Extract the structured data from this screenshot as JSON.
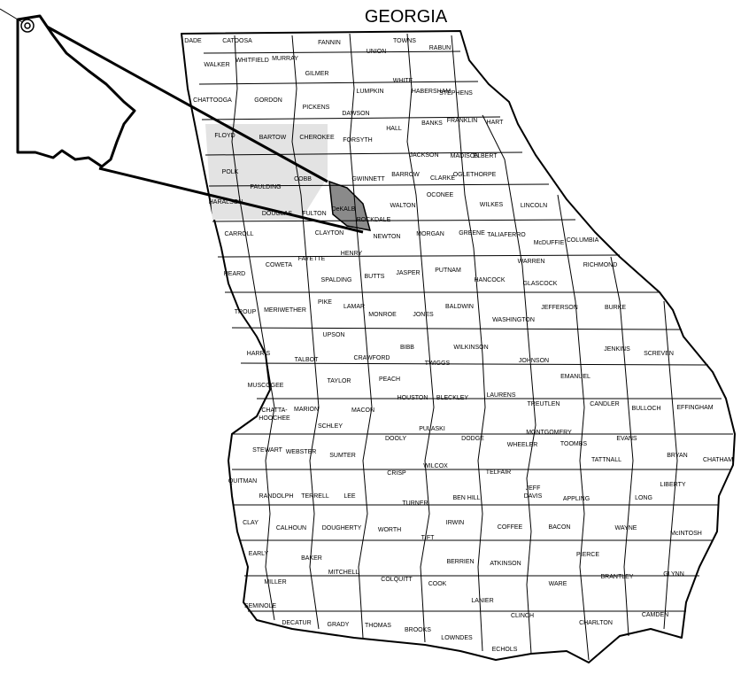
{
  "title": "GEORGIA",
  "highlighted_county": "DeKALB",
  "colors": {
    "highlight": "#8a8a8a",
    "metro_shade": "#e3e3e3",
    "line": "#000000",
    "background": "#ffffff"
  },
  "counties": [
    "DADE",
    "CATOOSA",
    "WALKER",
    "WHITFIELD",
    "MURRAY",
    "FANNIN",
    "TOWNS",
    "UNION",
    "RABUN",
    "GILMER",
    "WHITE",
    "HABERSHAM",
    "STEPHENS",
    "LUMPKIN",
    "CHATTOOGA",
    "GORDON",
    "PICKENS",
    "DAWSON",
    "HALL",
    "BANKS",
    "FRANKLIN",
    "HART",
    "FLOYD",
    "BARTOW",
    "CHEROKEE",
    "FORSYTH",
    "JACKSON",
    "MADISON",
    "ELBERT",
    "POLK",
    "PAULDING",
    "COBB",
    "GWINNETT",
    "BARROW",
    "CLARKE",
    "OGLETHORPE",
    "HARALSON",
    "DOUGLAS",
    "FULTON",
    "DeKALB",
    "ROCKDALE",
    "WALTON",
    "OCONEE",
    "WILKES",
    "LINCOLN",
    "CARROLL",
    "CLAYTON",
    "NEWTON",
    "MORGAN",
    "GREENE",
    "TALIAFERRO",
    "McDUFFIE",
    "COLUMBIA",
    "HEARD",
    "COWETA",
    "FAYETTE",
    "HENRY",
    "JASPER",
    "PUTNAM",
    "HANCOCK",
    "WARREN",
    "RICHMOND",
    "SPALDING",
    "BUTTS",
    "GLASCOCK",
    "TROUP",
    "MERIWETHER",
    "PIKE",
    "LAMAR",
    "MONROE",
    "JONES",
    "BALDWIN",
    "WASHINGTON",
    "JEFFERSON",
    "BURKE",
    "UPSON",
    "BIBB",
    "WILKINSON",
    "HARRIS",
    "TALBOT",
    "CRAWFORD",
    "TWIGGS",
    "JOHNSON",
    "JENKINS",
    "SCREVEN",
    "MUSCOGEE",
    "TAYLOR",
    "PEACH",
    "EMANUEL",
    "CHATTA-",
    "HOOCHEE",
    "MARION",
    "MACON",
    "HOUSTON",
    "BLECKLEY",
    "LAURENS",
    "TREUTLEN",
    "CANDLER",
    "BULLOCH",
    "EFFINGHAM",
    "SCHLEY",
    "DOOLY",
    "PULASKI",
    "DODGE",
    "MONTGOMERY",
    "WHEELER",
    "TOOMBS",
    "EVANS",
    "STEWART",
    "WEBSTER",
    "SUMTER",
    "BRYAN",
    "CHATHAM",
    "CRISP",
    "WILCOX",
    "TATTNALL",
    "TELFAIR",
    "QUITMAN",
    "JEFF",
    "DAVIS",
    "LIBERTY",
    "RANDOLPH",
    "TERRELL",
    "LEE",
    "TURNER",
    "BEN HILL",
    "APPLING",
    "LONG",
    "CLAY",
    "CALHOUN",
    "DOUGHERTY",
    "WORTH",
    "IRWIN",
    "COFFEE",
    "BACON",
    "WAYNE",
    "McINTOSH",
    "TIFT",
    "EARLY",
    "BAKER",
    "BERRIEN",
    "ATKINSON",
    "PIERCE",
    "MITCHELL",
    "MILLER",
    "COLQUITT",
    "COOK",
    "BRANTLEY",
    "GLYNN",
    "WARE",
    "SEMINOLE",
    "LANIER",
    "CLINCH",
    "CAMDEN",
    "DECATUR",
    "GRADY",
    "THOMAS",
    "BROOKS",
    "LOWNDES",
    "ECHOLS",
    "CHARLTON"
  ]
}
